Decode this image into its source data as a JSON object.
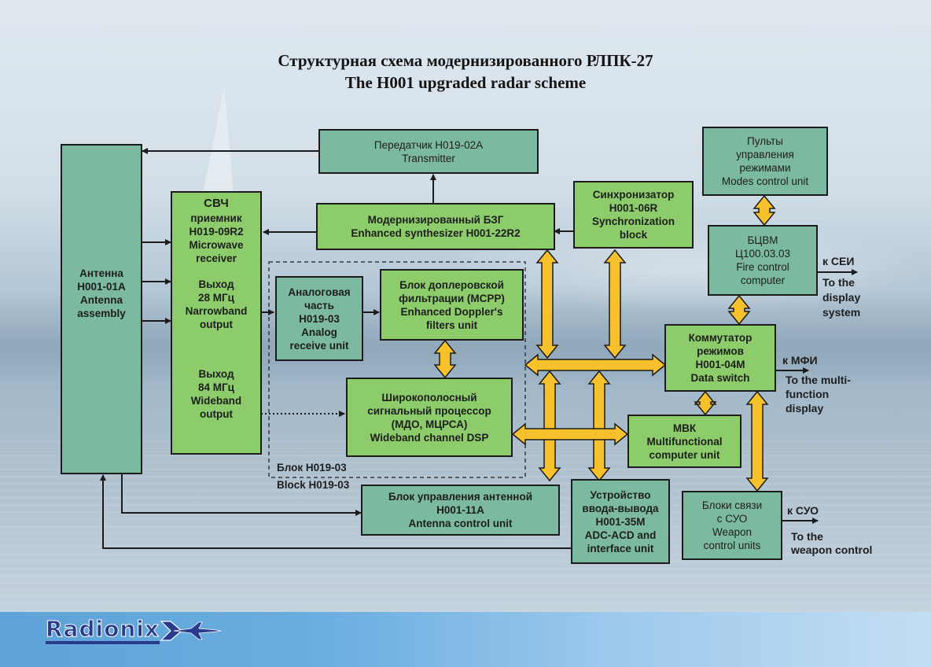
{
  "title": {
    "ru": "Структурная схема модернизированного РЛПК-27",
    "en": "The H001 upgraded radar scheme"
  },
  "blocks": {
    "transmitter": [
      "Передатчик Н019-02А",
      "Transmitter"
    ],
    "antenna": [
      "Антенна",
      "Н001-01А",
      "Antenna",
      "assembly"
    ],
    "microwave_receiver": [
      "СВЧ",
      "приемник",
      "Н019-09R2",
      "Microwave",
      "receiver"
    ],
    "narrowband_output": [
      "Выход",
      "28 МГц",
      "Narrowband",
      "output"
    ],
    "wideband_output": [
      "Выход",
      "84 МГц",
      "Wideband",
      "output"
    ],
    "synthesizer": [
      "Модернизированный БЗГ",
      "Enhanced synthesizer  Н001-22R2"
    ],
    "synchronizer": [
      "Синхронизатор",
      "Н001-06R",
      "Synchronization",
      "block"
    ],
    "modes_control": [
      "Пульты",
      "управления",
      "режимами",
      "Modes control unit"
    ],
    "fire_control": [
      "БЦВМ",
      "Ц100.03.03",
      "Fire control",
      "computer"
    ],
    "analog_unit": [
      "Аналоговая",
      "часть",
      "Н019-03",
      "Analog",
      "receive unit"
    ],
    "doppler_filters": [
      "Блок доплеровской",
      "фильтрации (МСРР)",
      "Enhanced Doppler's",
      "filters unit"
    ],
    "wideband_dsp": [
      "Широкополосный",
      "сигнальный процессор",
      "(МДО, МЦРСА)",
      "Wideband channel DSP"
    ],
    "data_switch": [
      "Коммутатор",
      "режимов",
      "Н001-04М",
      "Data switch"
    ],
    "mvk": [
      "МВК",
      "Multifunctional",
      "computer unit"
    ],
    "antenna_control": [
      "Блок управления антенной",
      "Н001-11А",
      "Antenna control unit"
    ],
    "io_unit": [
      "Устройство",
      "ввода-вывода",
      "Н001-35М",
      "ADC-ACD and",
      "interface unit"
    ],
    "weapon_units": [
      "Блоки  связи",
      "с СУО",
      "Weapon",
      "control units"
    ]
  },
  "group_label": {
    "ru": "Блок Н019-03",
    "en": "Block Н019-03"
  },
  "outputs": {
    "display": {
      "ru": "к СЕИ",
      "en": [
        "To the",
        "display",
        "system"
      ]
    },
    "mfd": {
      "ru": "к МФИ",
      "en": [
        "To the multi-",
        "function",
        "display"
      ]
    },
    "weapon": {
      "ru": "к СУО",
      "en": [
        "To the",
        "weapon control"
      ]
    }
  },
  "footer": {
    "logo": "Radionix"
  },
  "colors": {
    "teal_block": "#7bb9a0",
    "green_block": "#8ccc6a",
    "bus_arrow": "#f6c12a",
    "footer_blue": "#6aaee0",
    "logo_blue": "#2a3a8c"
  }
}
